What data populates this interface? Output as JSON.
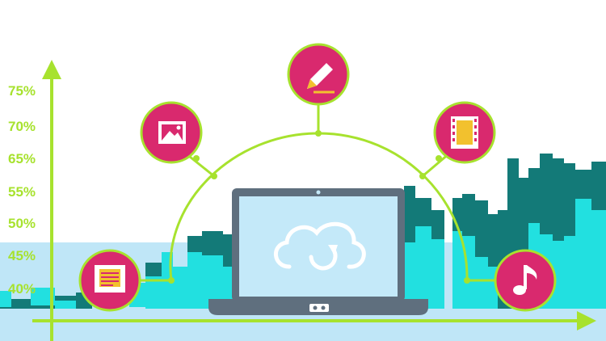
{
  "colors": {
    "accent_green": "#a7e22e",
    "teal_dark": "#137a78",
    "cyan": "#22e0e0",
    "sky_light": "#bfe6f7",
    "icon_pink": "#d9296e",
    "laptop_body": "#5f6f7e",
    "laptop_screen": "#c4e9f9"
  },
  "y_axis_labels": [
    "75%",
    "70%",
    "65%",
    "55%",
    "50%",
    "45%",
    "40%"
  ],
  "laptop": {
    "screen_icon": "cloud-sync-icon"
  },
  "hub_icons": [
    {
      "name": "document-icon"
    },
    {
      "name": "image-icon"
    },
    {
      "name": "pencil-icon"
    },
    {
      "name": "film-icon"
    },
    {
      "name": "music-note-icon"
    }
  ]
}
